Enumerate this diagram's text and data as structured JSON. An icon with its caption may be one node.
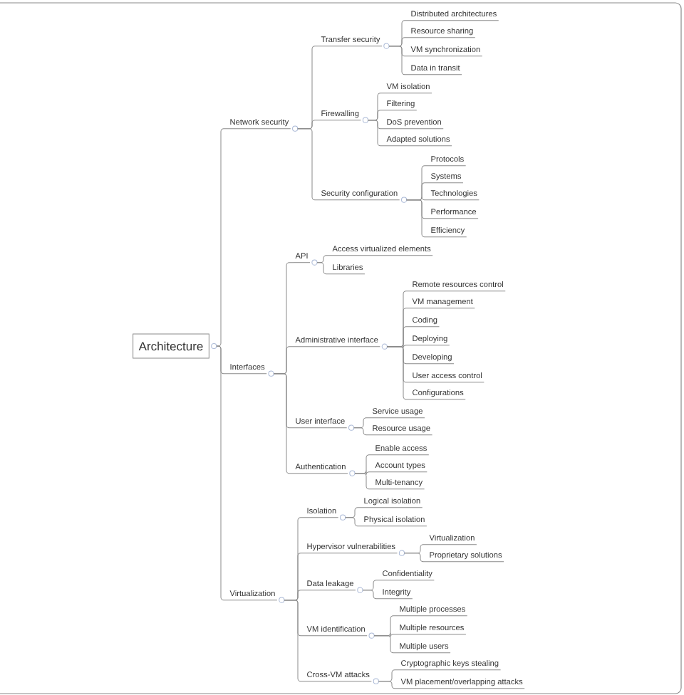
{
  "diagram": {
    "nodes": [
      {
        "text": [
          "Architecture"
        ]
      },
      {
        "text": [
          "Network security"
        ]
      },
      {
        "text": [
          "Transfer security"
        ]
      },
      {
        "text": [
          "Distributed architectures"
        ]
      },
      {
        "text": [
          "Resource sharing"
        ]
      },
      {
        "text": [
          "VM synchronization"
        ]
      },
      {
        "text": [
          "Data in transit"
        ]
      },
      {
        "text": [
          "Firewalling"
        ]
      },
      {
        "text": [
          "VM isolation"
        ]
      },
      {
        "text": [
          "Filtering"
        ]
      },
      {
        "text": [
          "DoS prevention"
        ]
      },
      {
        "text": [
          "Adapted solutions"
        ]
      },
      {
        "text": [
          "Security configuration"
        ]
      },
      {
        "text": [
          "Protocols"
        ]
      },
      {
        "text": [
          "Systems"
        ]
      },
      {
        "text": [
          "Technologies"
        ]
      },
      {
        "text": [
          "Performance"
        ]
      },
      {
        "text": [
          "Efficiency"
        ]
      },
      {
        "text": [
          "Interfaces"
        ]
      },
      {
        "text": [
          "API"
        ]
      },
      {
        "text": [
          "Access virtualized elements"
        ]
      },
      {
        "text": [
          "Libraries"
        ]
      },
      {
        "text": [
          "Administrative interface"
        ]
      },
      {
        "text": [
          "Remote resources control"
        ]
      },
      {
        "text": [
          "VM management"
        ]
      },
      {
        "text": [
          "Coding"
        ]
      },
      {
        "text": [
          "Deploying"
        ]
      },
      {
        "text": [
          "Developing"
        ]
      },
      {
        "text": [
          "User access control"
        ]
      },
      {
        "text": [
          "Configurations"
        ]
      },
      {
        "text": [
          "User interface"
        ]
      },
      {
        "text": [
          "Service usage"
        ]
      },
      {
        "text": [
          "Resource usage"
        ]
      },
      {
        "text": [
          "Authentication"
        ]
      },
      {
        "text": [
          "Enable access"
        ]
      },
      {
        "text": [
          "Account types"
        ]
      },
      {
        "text": [
          "Multi-tenancy"
        ]
      },
      {
        "text": [
          "Virtualization"
        ]
      },
      {
        "text": [
          "Isolation"
        ]
      },
      {
        "text": [
          "Logical isolation"
        ]
      },
      {
        "text": [
          "Physical isolation"
        ]
      },
      {
        "text": [
          "Hypervisor vulnerabilities"
        ]
      },
      {
        "text": [
          "Virtualization"
        ]
      },
      {
        "text": [
          "Proprietary solutions"
        ]
      },
      {
        "text": [
          "Data leakage"
        ]
      },
      {
        "text": [
          "Confidentiality"
        ]
      },
      {
        "text": [
          "Integrity"
        ]
      },
      {
        "text": [
          "VM identification"
        ]
      },
      {
        "text": [
          "Multiple processes"
        ]
      },
      {
        "text": [
          "Multiple resources"
        ]
      },
      {
        "text": [
          "Multiple users"
        ]
      },
      {
        "text": [
          "Cross-VM attacks"
        ]
      },
      {
        "text": [
          "Cryptographic keys stealing"
        ]
      },
      {
        "text": [
          "VM placement/overlapping attacks"
        ]
      }
    ],
    "edges": [
      {
        "from": 0,
        "to": 1,
        "arrow": "none"
      },
      {
        "from": 1,
        "to": 2,
        "arrow": "none"
      },
      {
        "from": 2,
        "to": 3,
        "arrow": "none"
      },
      {
        "from": 2,
        "to": 4,
        "arrow": "none"
      },
      {
        "from": 2,
        "to": 5,
        "arrow": "none"
      },
      {
        "from": 2,
        "to": 6,
        "arrow": "none"
      },
      {
        "from": 1,
        "to": 7,
        "arrow": "none"
      },
      {
        "from": 7,
        "to": 8,
        "arrow": "none"
      },
      {
        "from": 7,
        "to": 9,
        "arrow": "none"
      },
      {
        "from": 7,
        "to": 10,
        "arrow": "none"
      },
      {
        "from": 7,
        "to": 11,
        "arrow": "none"
      },
      {
        "from": 1,
        "to": 12,
        "arrow": "none"
      },
      {
        "from": 12,
        "to": 13,
        "arrow": "none"
      },
      {
        "from": 12,
        "to": 14,
        "arrow": "none"
      },
      {
        "from": 12,
        "to": 15,
        "arrow": "none"
      },
      {
        "from": 12,
        "to": 16,
        "arrow": "none"
      },
      {
        "from": 12,
        "to": 17,
        "arrow": "none"
      },
      {
        "from": 0,
        "to": 18,
        "arrow": "none"
      },
      {
        "from": 18,
        "to": 19,
        "arrow": "none"
      },
      {
        "from": 19,
        "to": 20,
        "arrow": "none"
      },
      {
        "from": 19,
        "to": 21,
        "arrow": "none"
      },
      {
        "from": 18,
        "to": 22,
        "arrow": "none"
      },
      {
        "from": 22,
        "to": 23,
        "arrow": "none"
      },
      {
        "from": 22,
        "to": 24,
        "arrow": "none"
      },
      {
        "from": 22,
        "to": 25,
        "arrow": "none"
      },
      {
        "from": 22,
        "to": 26,
        "arrow": "none"
      },
      {
        "from": 22,
        "to": 27,
        "arrow": "none"
      },
      {
        "from": 22,
        "to": 28,
        "arrow": "none"
      },
      {
        "from": 22,
        "to": 29,
        "arrow": "none"
      },
      {
        "from": 18,
        "to": 30,
        "arrow": "none"
      },
      {
        "from": 30,
        "to": 31,
        "arrow": "none"
      },
      {
        "from": 30,
        "to": 32,
        "arrow": "none"
      },
      {
        "from": 18,
        "to": 33,
        "arrow": "none"
      },
      {
        "from": 33,
        "to": 34,
        "arrow": "none"
      },
      {
        "from": 33,
        "to": 35,
        "arrow": "none"
      },
      {
        "from": 33,
        "to": 36,
        "arrow": "none"
      },
      {
        "from": 0,
        "to": 37,
        "arrow": "none"
      },
      {
        "from": 37,
        "to": 38,
        "arrow": "none"
      },
      {
        "from": 38,
        "to": 39,
        "arrow": "none"
      },
      {
        "from": 38,
        "to": 40,
        "arrow": "none"
      },
      {
        "from": 37,
        "to": 41,
        "arrow": "none"
      },
      {
        "from": 41,
        "to": 42,
        "arrow": "none"
      },
      {
        "from": 41,
        "to": 43,
        "arrow": "none"
      },
      {
        "from": 37,
        "to": 44,
        "arrow": "none"
      },
      {
        "from": 44,
        "to": 45,
        "arrow": "none"
      },
      {
        "from": 44,
        "to": 46,
        "arrow": "none"
      },
      {
        "from": 37,
        "to": 47,
        "arrow": "none"
      },
      {
        "from": 47,
        "to": 48,
        "arrow": "none"
      },
      {
        "from": 47,
        "to": 49,
        "arrow": "none"
      },
      {
        "from": 47,
        "to": 50,
        "arrow": "none"
      },
      {
        "from": 37,
        "to": 51,
        "arrow": "none"
      },
      {
        "from": 51,
        "to": 52,
        "arrow": "none"
      },
      {
        "from": 51,
        "to": 53,
        "arrow": "none"
      }
    ]
  }
}
